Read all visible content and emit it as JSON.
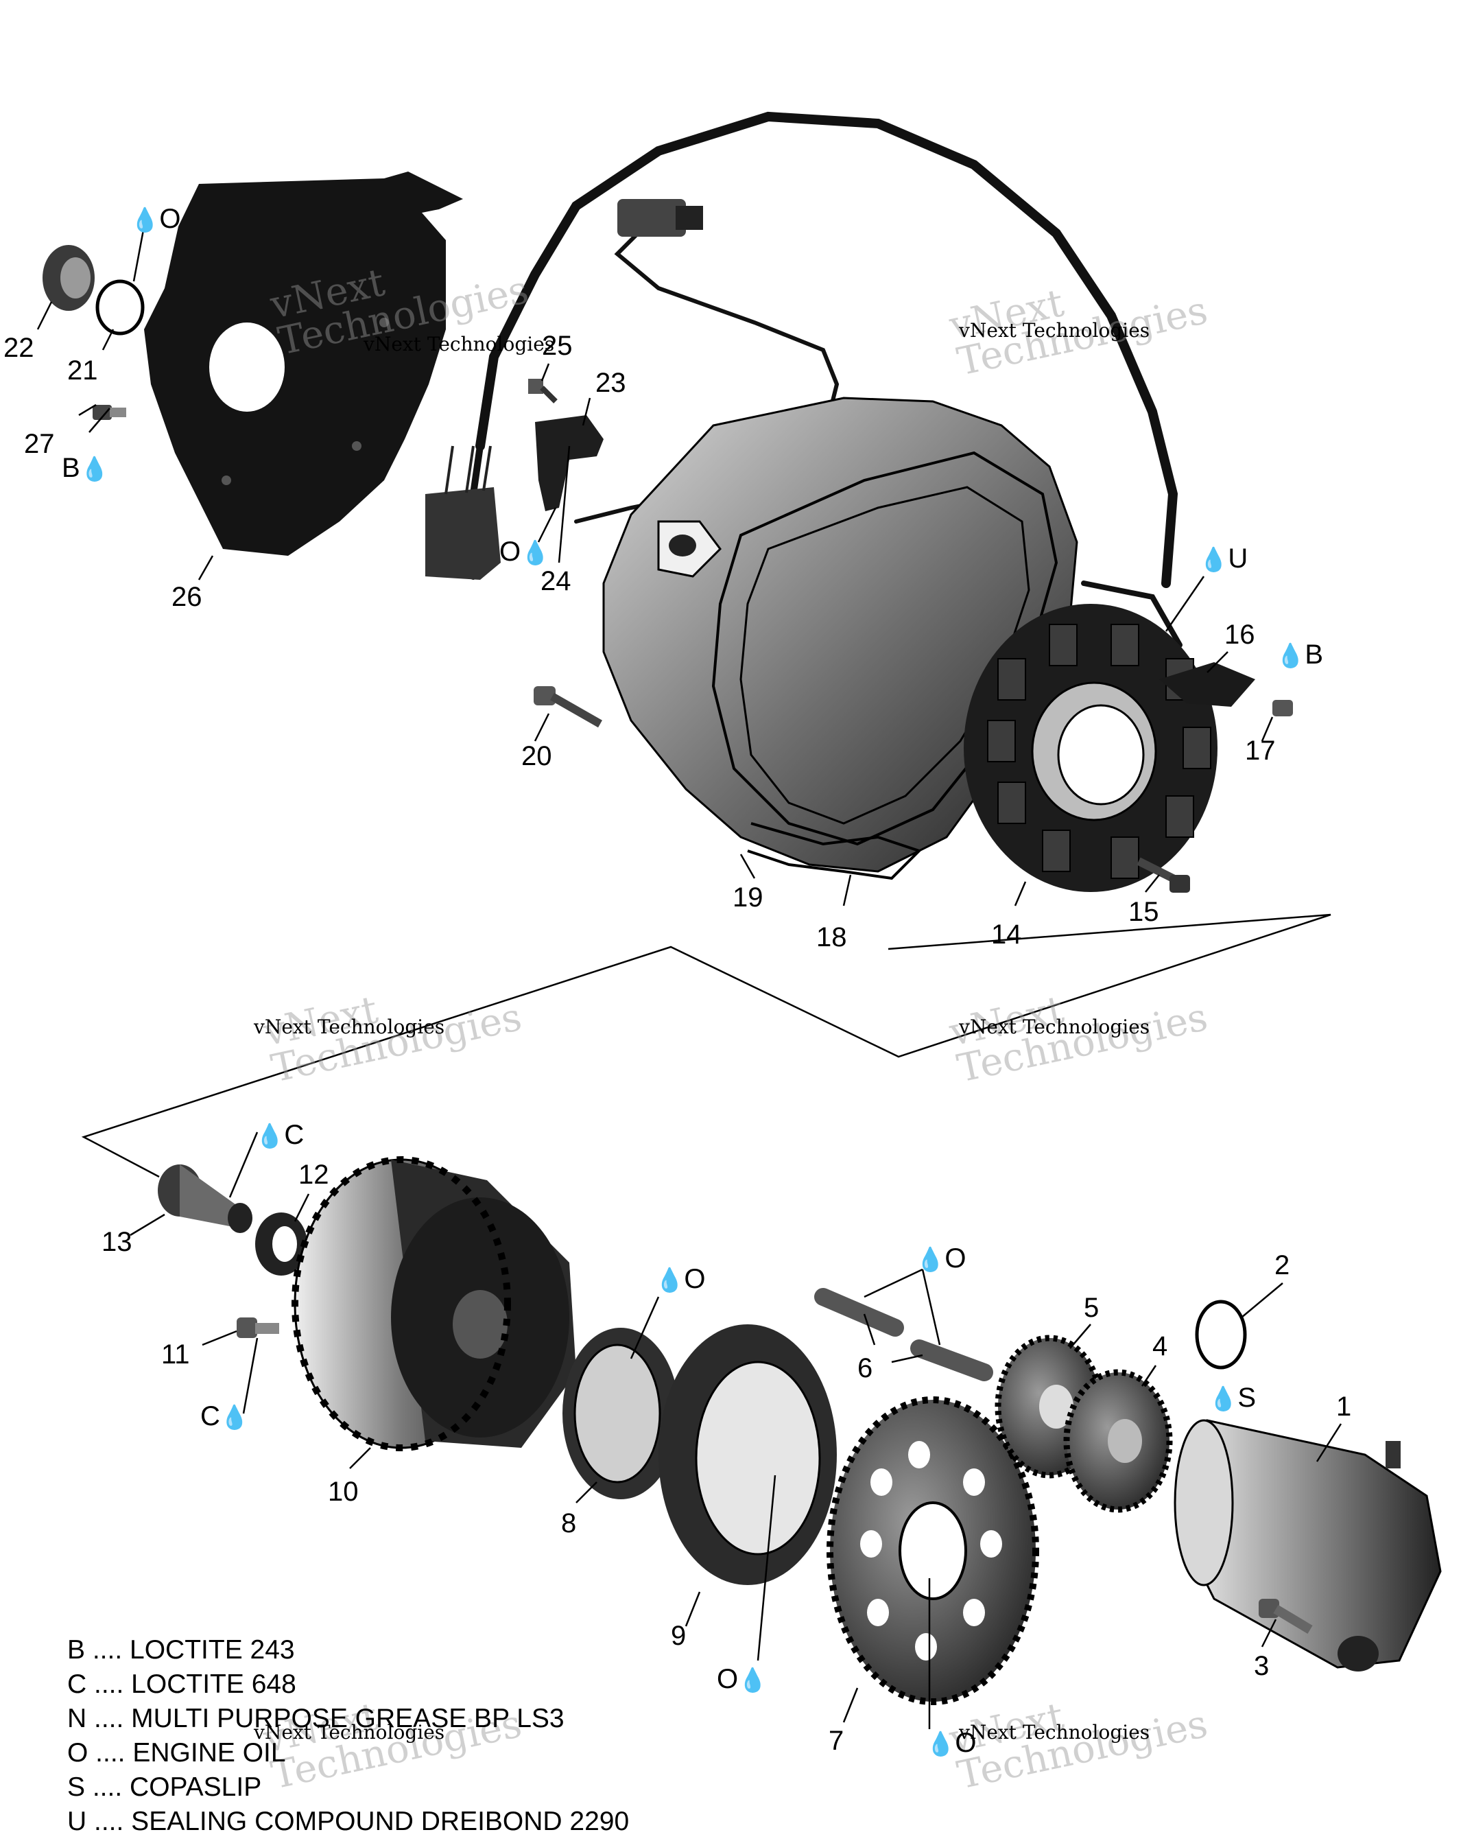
{
  "callouts": [
    "1",
    "2",
    "3",
    "4",
    "5",
    "6",
    "7",
    "8",
    "9",
    "10",
    "11",
    "12",
    "13",
    "14",
    "15",
    "16",
    "17",
    "18",
    "19",
    "20",
    "21",
    "22",
    "23",
    "24",
    "25",
    "26",
    "27"
  ],
  "compound_notes": {
    "o_top": "O",
    "b_left": "B",
    "o_sensor": "O",
    "u_right": "U",
    "b_right": "B",
    "c_bolt": "C",
    "c_screw": "C",
    "o_bearing": "O",
    "o_pins": "O",
    "s_starter": "S",
    "o_cover": "O",
    "o_gear": "O"
  },
  "legend": [
    "B .... LOCTITE 243",
    "C .... LOCTITE 648",
    "N .... MULTI PURPOSE GREASE BP LS3",
    "O .... ENGINE OIL",
    "S .... COPASLIP",
    "U .... SEALING COMPOUND DREIBOND 2290"
  ],
  "watermark": {
    "brand": "vNext",
    "brand2": "Technologies",
    "small": "vNext Technologies"
  },
  "colors": {
    "part_dark": "#1a1a1a",
    "part_mid": "#5a5a5a",
    "part_light": "#bdbdbd",
    "line": "#000000"
  }
}
